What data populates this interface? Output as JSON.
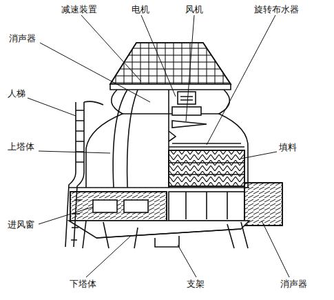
{
  "diagram": {
    "labels": [
      "减速装置",
      "电机",
      "风机",
      "旋转布水器",
      "消声器",
      "人梯",
      "上塔体",
      "填料",
      "进风窗",
      "下塔体",
      "支架",
      "消声器"
    ]
  }
}
